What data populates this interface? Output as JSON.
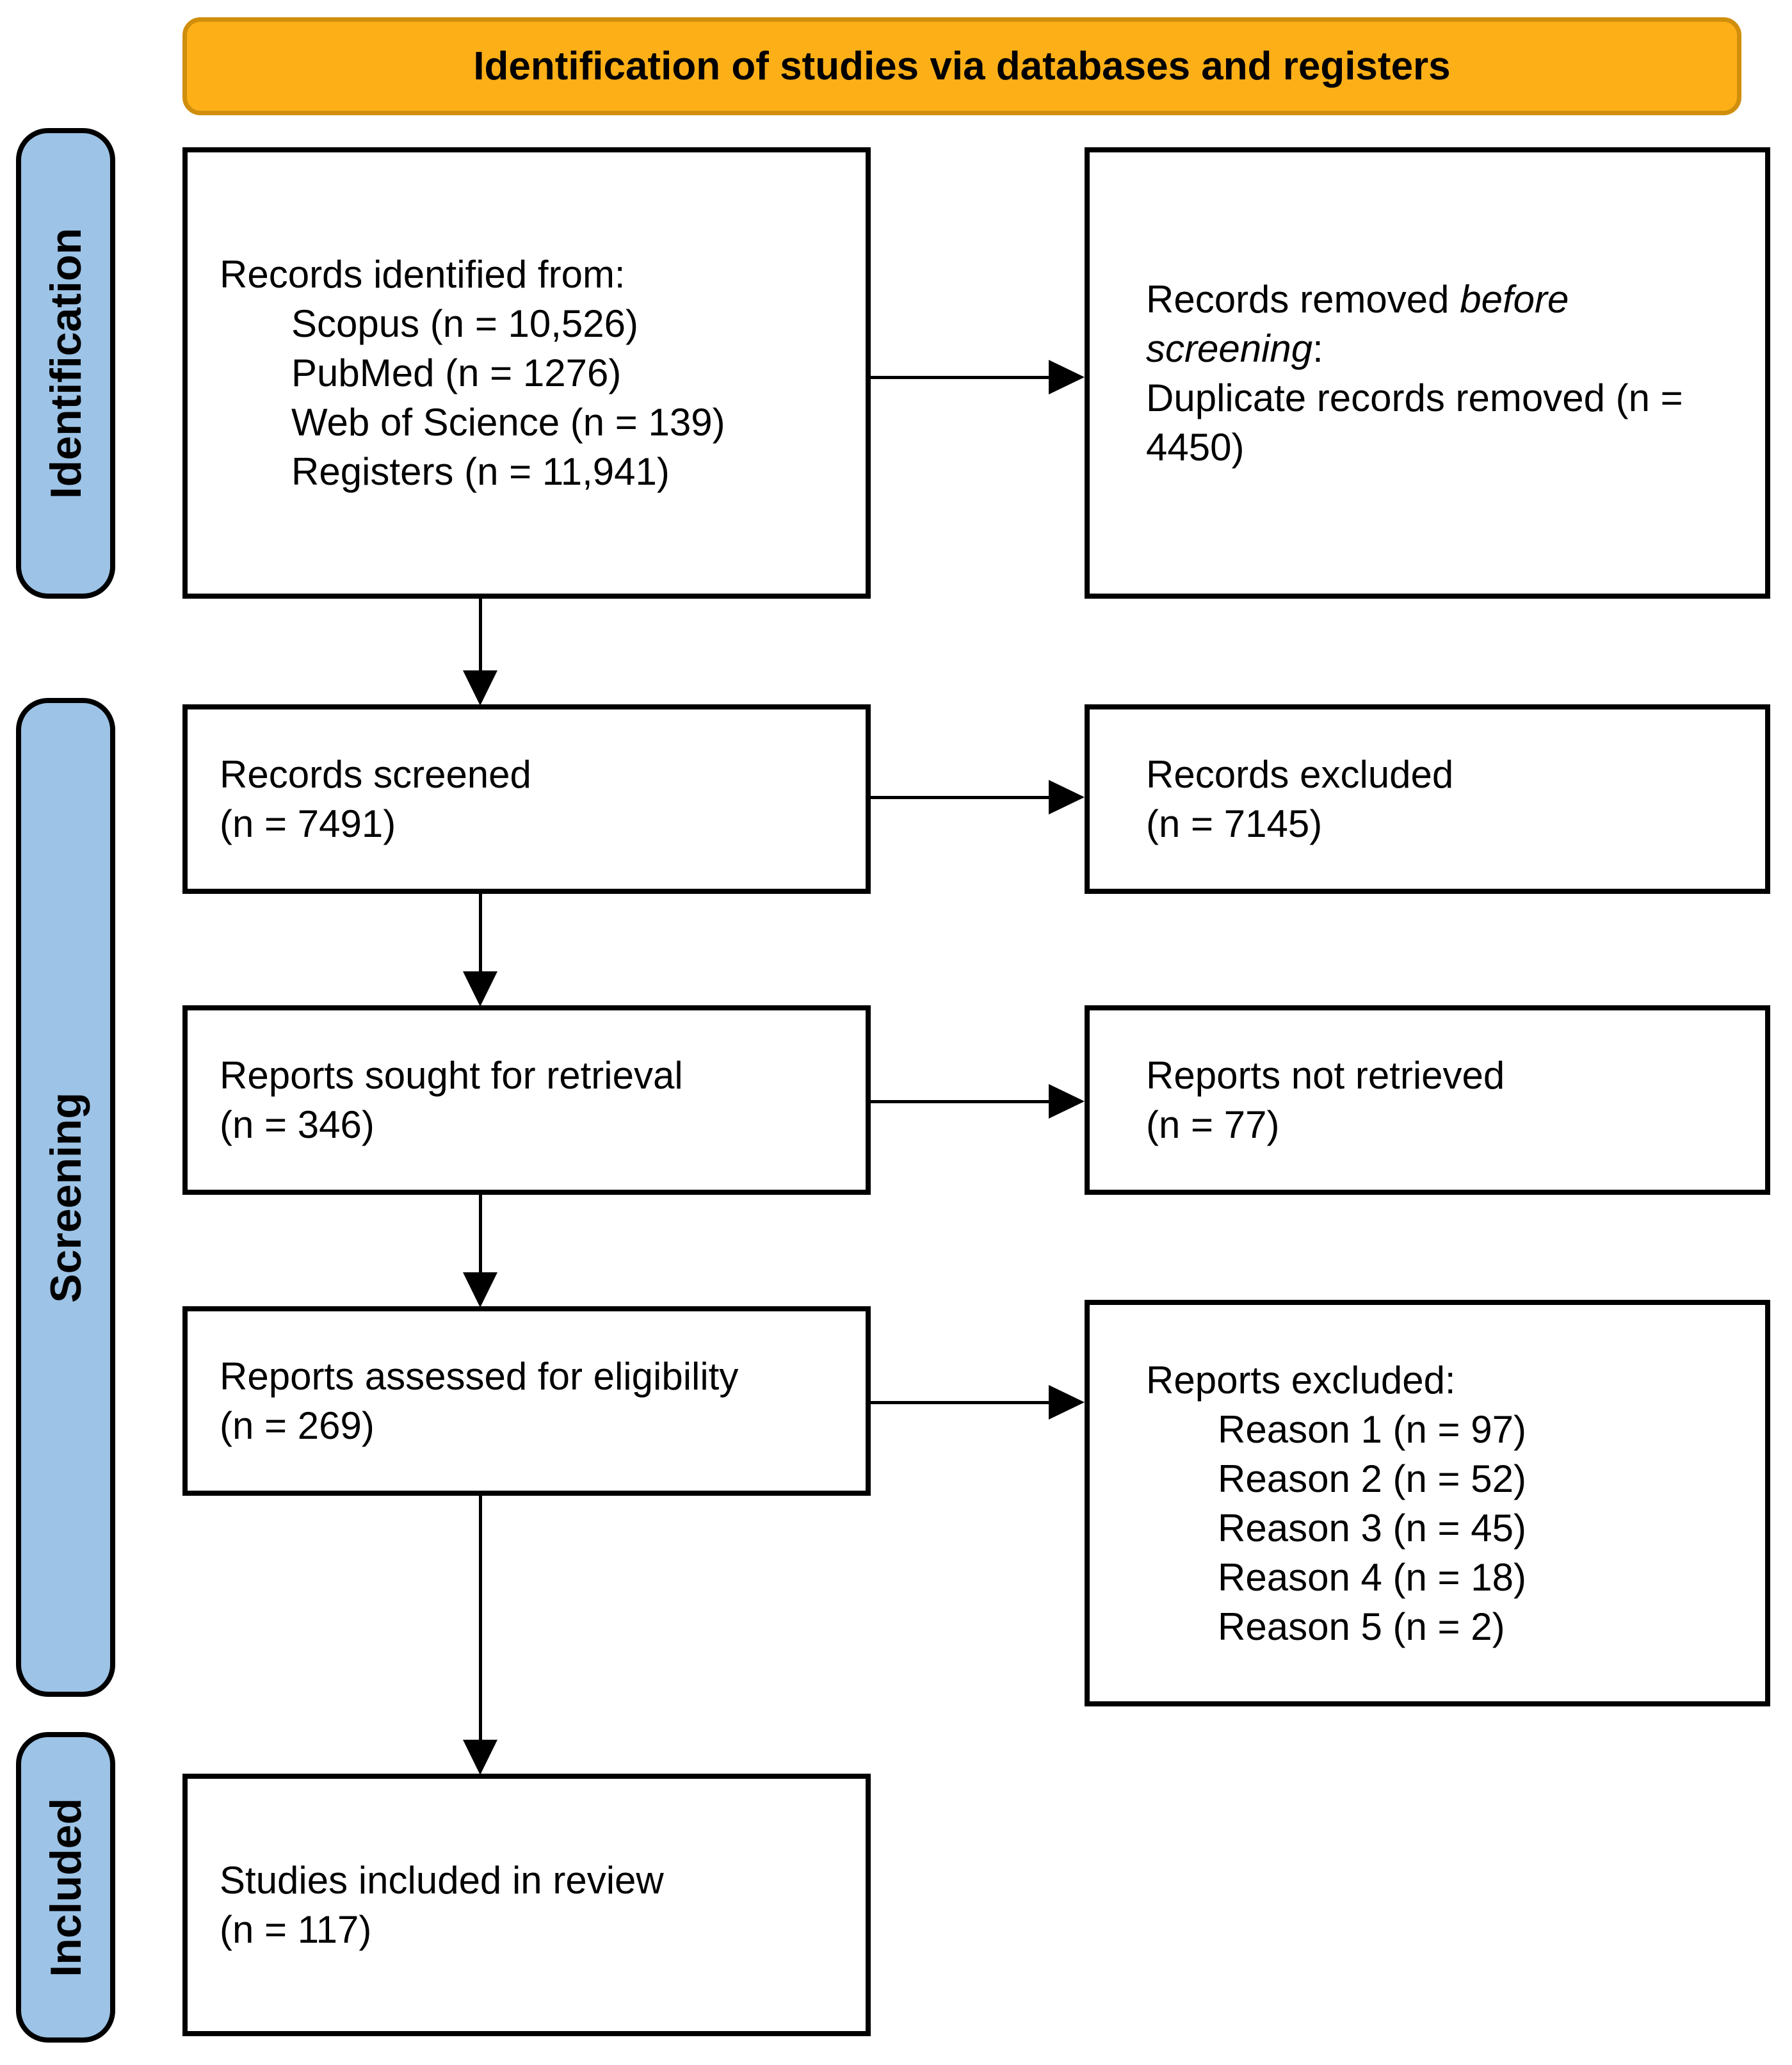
{
  "banner": {
    "title": "Identification of studies via databases and registers"
  },
  "side_labels": {
    "identification": "Identification",
    "screening": "Screening",
    "included": "Included"
  },
  "colors": {
    "banner_bg": "#FCAF17",
    "banner_border": "#D08E0C",
    "label_bg": "#9DC3E6",
    "box_border": "#000000",
    "background": "#FFFFFF"
  },
  "boxes": {
    "records_identified": {
      "lines": [
        "Records identified from:",
        "Scopus (n = 10,526)",
        "PubMed (n = 1276)",
        "Web of Science (n = 139)",
        "Registers (n = 11,941)"
      ]
    },
    "records_removed": {
      "line1_regular": "Records removed ",
      "line1_italic": "before",
      "line2_italic": "screening",
      "line2_suffix": ":",
      "line3": "Duplicate records removed (n =",
      "line4": "4450)"
    },
    "records_screened": {
      "line1": "Records screened",
      "line2": "(n = 7491)"
    },
    "records_excluded": {
      "line1": "Records excluded",
      "line2": "(n = 7145)"
    },
    "reports_sought": {
      "line1": "Reports sought for retrieval",
      "line2": "(n = 346)"
    },
    "reports_not_retrieved": {
      "line1": "Reports not retrieved",
      "line2": "(n = 77)"
    },
    "reports_assessed": {
      "line1": "Reports assessed for eligibility",
      "line2": "(n = 269)"
    },
    "reports_excluded": {
      "title": "Reports excluded:",
      "reasons": [
        "Reason 1 (n = 97)",
        "Reason 2 (n = 52)",
        "Reason 3 (n = 45)",
        "Reason 4 (n = 18)",
        "Reason 5 (n = 2)"
      ]
    },
    "studies_included": {
      "line1": "Studies included in review",
      "line2": "(n = 117)"
    }
  }
}
